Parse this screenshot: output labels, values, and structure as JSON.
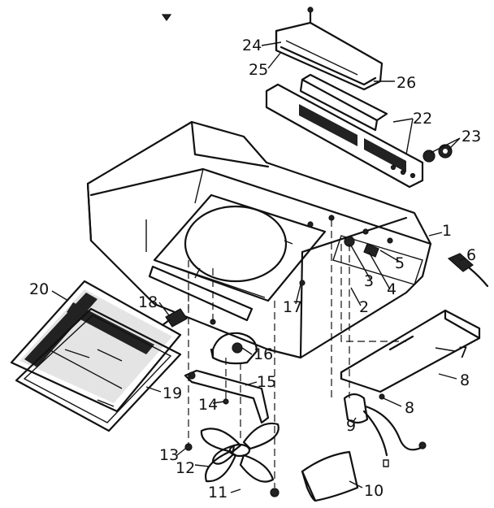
{
  "callouts": [
    {
      "id": "c1",
      "text": "1"
    },
    {
      "id": "c2",
      "text": "2"
    },
    {
      "id": "c3",
      "text": "3"
    },
    {
      "id": "c4",
      "text": "4"
    },
    {
      "id": "c5",
      "text": "5"
    },
    {
      "id": "c6",
      "text": "6"
    },
    {
      "id": "c7",
      "text": "7"
    },
    {
      "id": "c8a",
      "text": "8"
    },
    {
      "id": "c8b",
      "text": "8"
    },
    {
      "id": "c9",
      "text": "9"
    },
    {
      "id": "c10",
      "text": "10"
    },
    {
      "id": "c11",
      "text": "11"
    },
    {
      "id": "c12",
      "text": "12"
    },
    {
      "id": "c13",
      "text": "13"
    },
    {
      "id": "c14",
      "text": "14"
    },
    {
      "id": "c15",
      "text": "15"
    },
    {
      "id": "c16",
      "text": "16"
    },
    {
      "id": "c17",
      "text": "17"
    },
    {
      "id": "c18",
      "text": "18"
    },
    {
      "id": "c19",
      "text": "19"
    },
    {
      "id": "c20",
      "text": "20"
    },
    {
      "id": "c22",
      "text": "22"
    },
    {
      "id": "c23",
      "text": "23"
    },
    {
      "id": "c24",
      "text": "24"
    },
    {
      "id": "c25",
      "text": "25"
    },
    {
      "id": "c26",
      "text": "26"
    }
  ]
}
